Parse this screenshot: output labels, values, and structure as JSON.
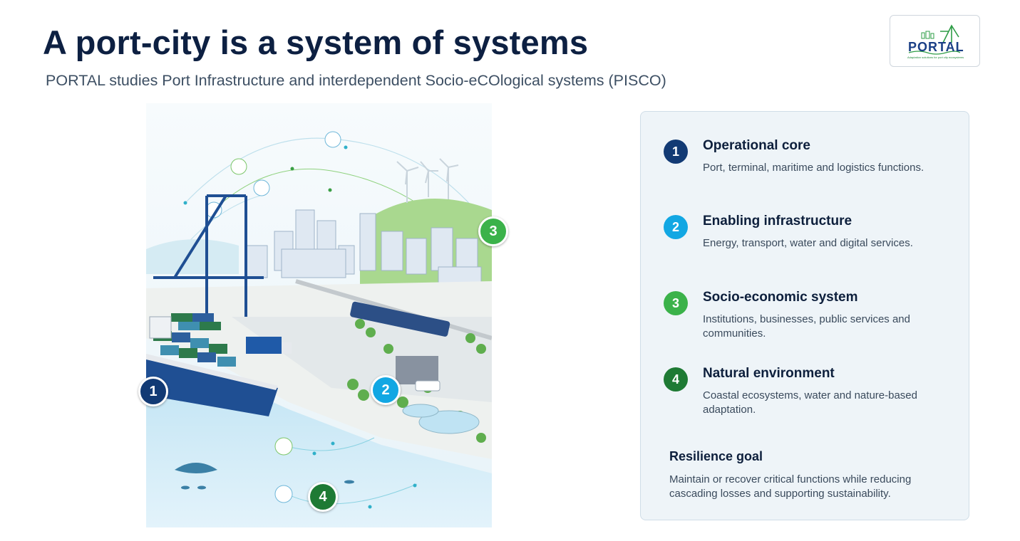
{
  "slide": {
    "title": "A port-city is a system of systems",
    "subtitle": "PORTAL studies Port Infrastructure and interdependent Socio-eCOlogical systems (PISCO)"
  },
  "logo": {
    "text": "PORTAL",
    "tagline": "Adaptation solutions for port city ecosystems"
  },
  "illustration": {
    "markers": [
      {
        "number": "1",
        "color": "#123a74"
      },
      {
        "number": "2",
        "color": "#12a7e3"
      },
      {
        "number": "3",
        "color": "#3bb24a"
      },
      {
        "number": "4",
        "color": "#1e7a34"
      }
    ]
  },
  "panel": {
    "items": [
      {
        "number": "1",
        "title": "Operational core",
        "description": "Port, terminal, maritime and logistics functions.",
        "color": "#123a74"
      },
      {
        "number": "2",
        "title": "Enabling infrastructure",
        "description": "Energy, transport, water and digital services.",
        "color": "#12a7e3"
      },
      {
        "number": "3",
        "title": "Socio-economic system",
        "description": "Institutions, businesses, public services and communities.",
        "color": "#3bb24a"
      },
      {
        "number": "4",
        "title": "Natural environment",
        "description": "Coastal ecosystems, water and nature-based adaptation.",
        "color": "#1e7a34"
      }
    ],
    "goal": {
      "title": "Resilience goal",
      "description": "Maintain or recover critical functions while reducing cascading losses and supporting sustainability."
    }
  }
}
